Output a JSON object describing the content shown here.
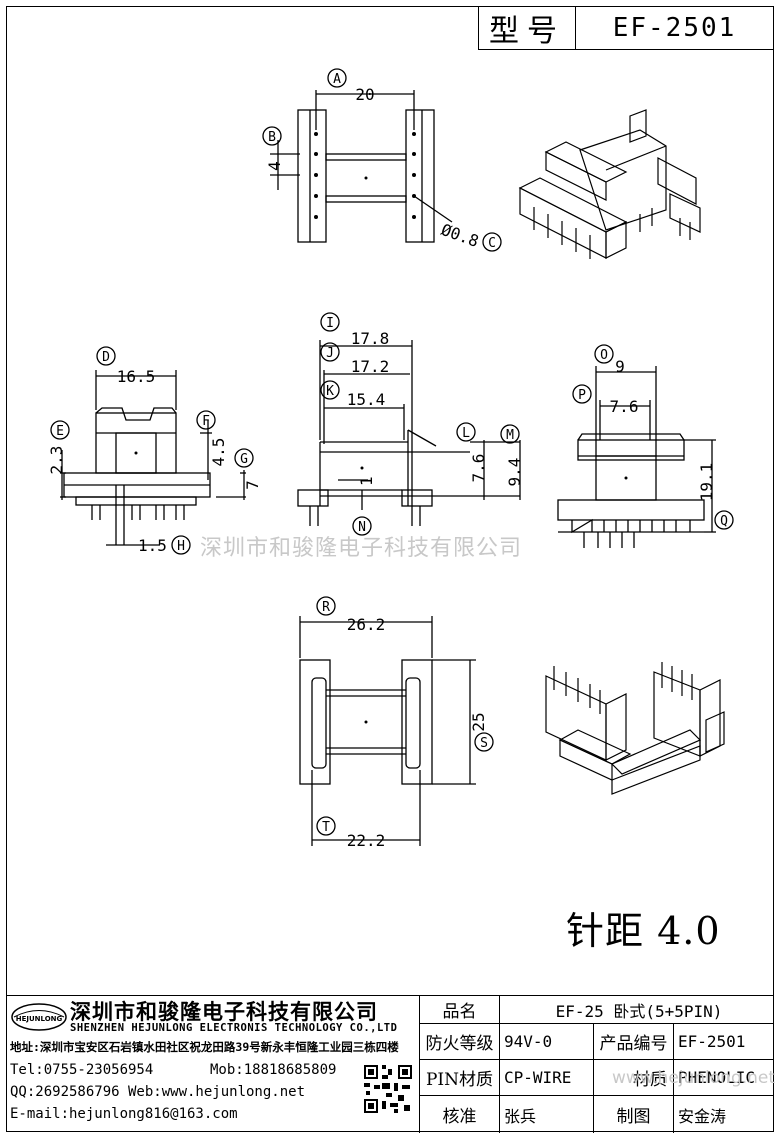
{
  "model_label": "型号",
  "model_value": "EF-2501",
  "dimensions": {
    "A": {
      "letter": "A",
      "value": "20"
    },
    "B": {
      "letter": "B",
      "value": "4"
    },
    "C": {
      "letter": "C",
      "value": "Ø0.8"
    },
    "D": {
      "letter": "D",
      "value": "16.5"
    },
    "E": {
      "letter": "E",
      "value": "2.3"
    },
    "F": {
      "letter": "F",
      "value": "4.5"
    },
    "G": {
      "letter": "G",
      "value": "7"
    },
    "H": {
      "letter": "H",
      "value": "1.5"
    },
    "I": {
      "letter": "I",
      "value": "17.8"
    },
    "J": {
      "letter": "J",
      "value": "17.2"
    },
    "K": {
      "letter": "K",
      "value": "15.4"
    },
    "L": {
      "letter": "L",
      "value": "7.6"
    },
    "M": {
      "letter": "M",
      "value": "9.4"
    },
    "N": {
      "letter": "N",
      "value": "1"
    },
    "O": {
      "letter": "O",
      "value": "9"
    },
    "P": {
      "letter": "P",
      "value": "7.6"
    },
    "Q": {
      "letter": "Q",
      "value": "19.1"
    },
    "R": {
      "letter": "R",
      "value": "26.2"
    },
    "S": {
      "letter": "S",
      "value": "25"
    },
    "T": {
      "letter": "T",
      "value": "22.2"
    }
  },
  "watermark": "深圳市和骏隆电子科技有限公司",
  "watermark_url": "www.hejunlong.net",
  "pin_pitch": "针距 4.0",
  "company": {
    "logo_text": "HEJUNLONG",
    "name_cn": "深圳市和骏隆电子科技有限公司",
    "name_en": "SHENZHEN HEJUNLONG ELECTRONIS TECHNOLOGY CO.,LTD",
    "address": "地址:深圳市宝安区石岩镇水田社区祝龙田路39号新永丰恒隆工业园三栋四楼",
    "tel": "Tel:0755-23056954",
    "mob": "Mob:18818685809",
    "qq_web": "QQ:2692586796 Web:www.hejunlong.net",
    "email": "E-mail:hejunlong816@163.com"
  },
  "table": {
    "name_label": "品名",
    "name_value": "EF-25 卧式(5+5PIN)",
    "fire_label": "防火等级",
    "fire_value": "94V-0",
    "code_label": "产品编号",
    "code_value": "EF-2501",
    "pin_label": "PIN材质",
    "pin_value": "CP-WIRE",
    "mat_label": "材质",
    "mat_value": "PHENOLIC",
    "check_label": "核准",
    "check_value": "张兵",
    "draw_label": "制图",
    "draw_value": "安金涛"
  }
}
